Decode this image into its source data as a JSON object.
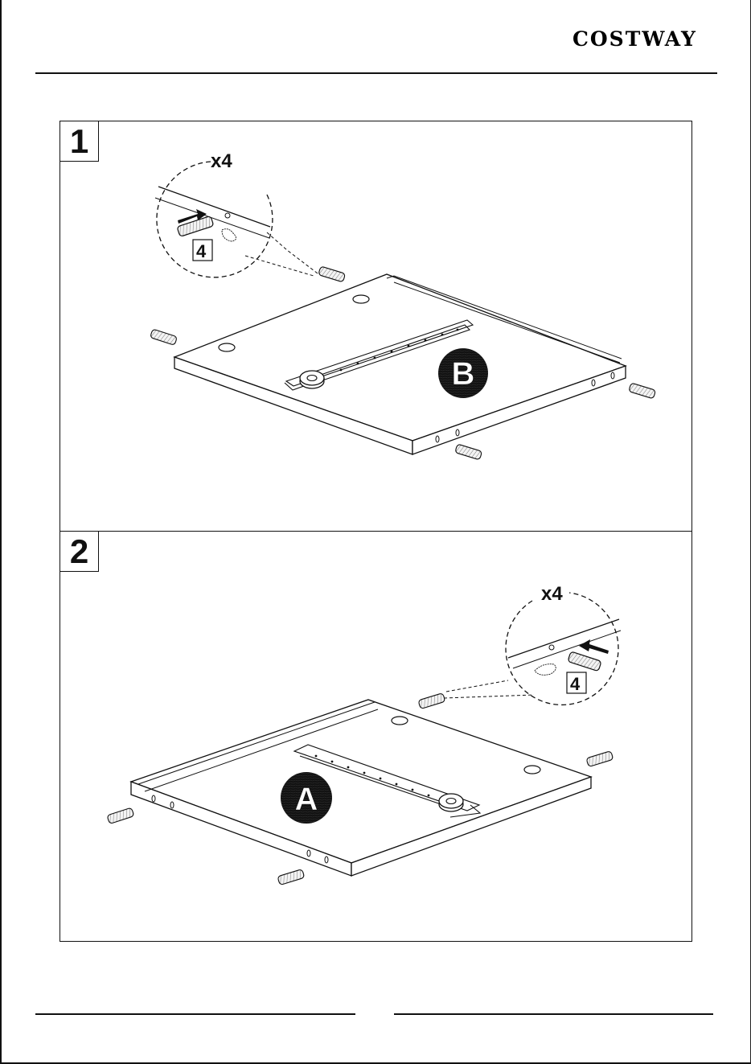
{
  "header": {
    "brand": "COSTWAY"
  },
  "steps": [
    {
      "number": "1",
      "callout": {
        "quantity": "x4",
        "part": "4"
      },
      "panel_label": "B"
    },
    {
      "number": "2",
      "callout": {
        "quantity": "x4",
        "part": "4"
      },
      "panel_label": "A"
    }
  ]
}
